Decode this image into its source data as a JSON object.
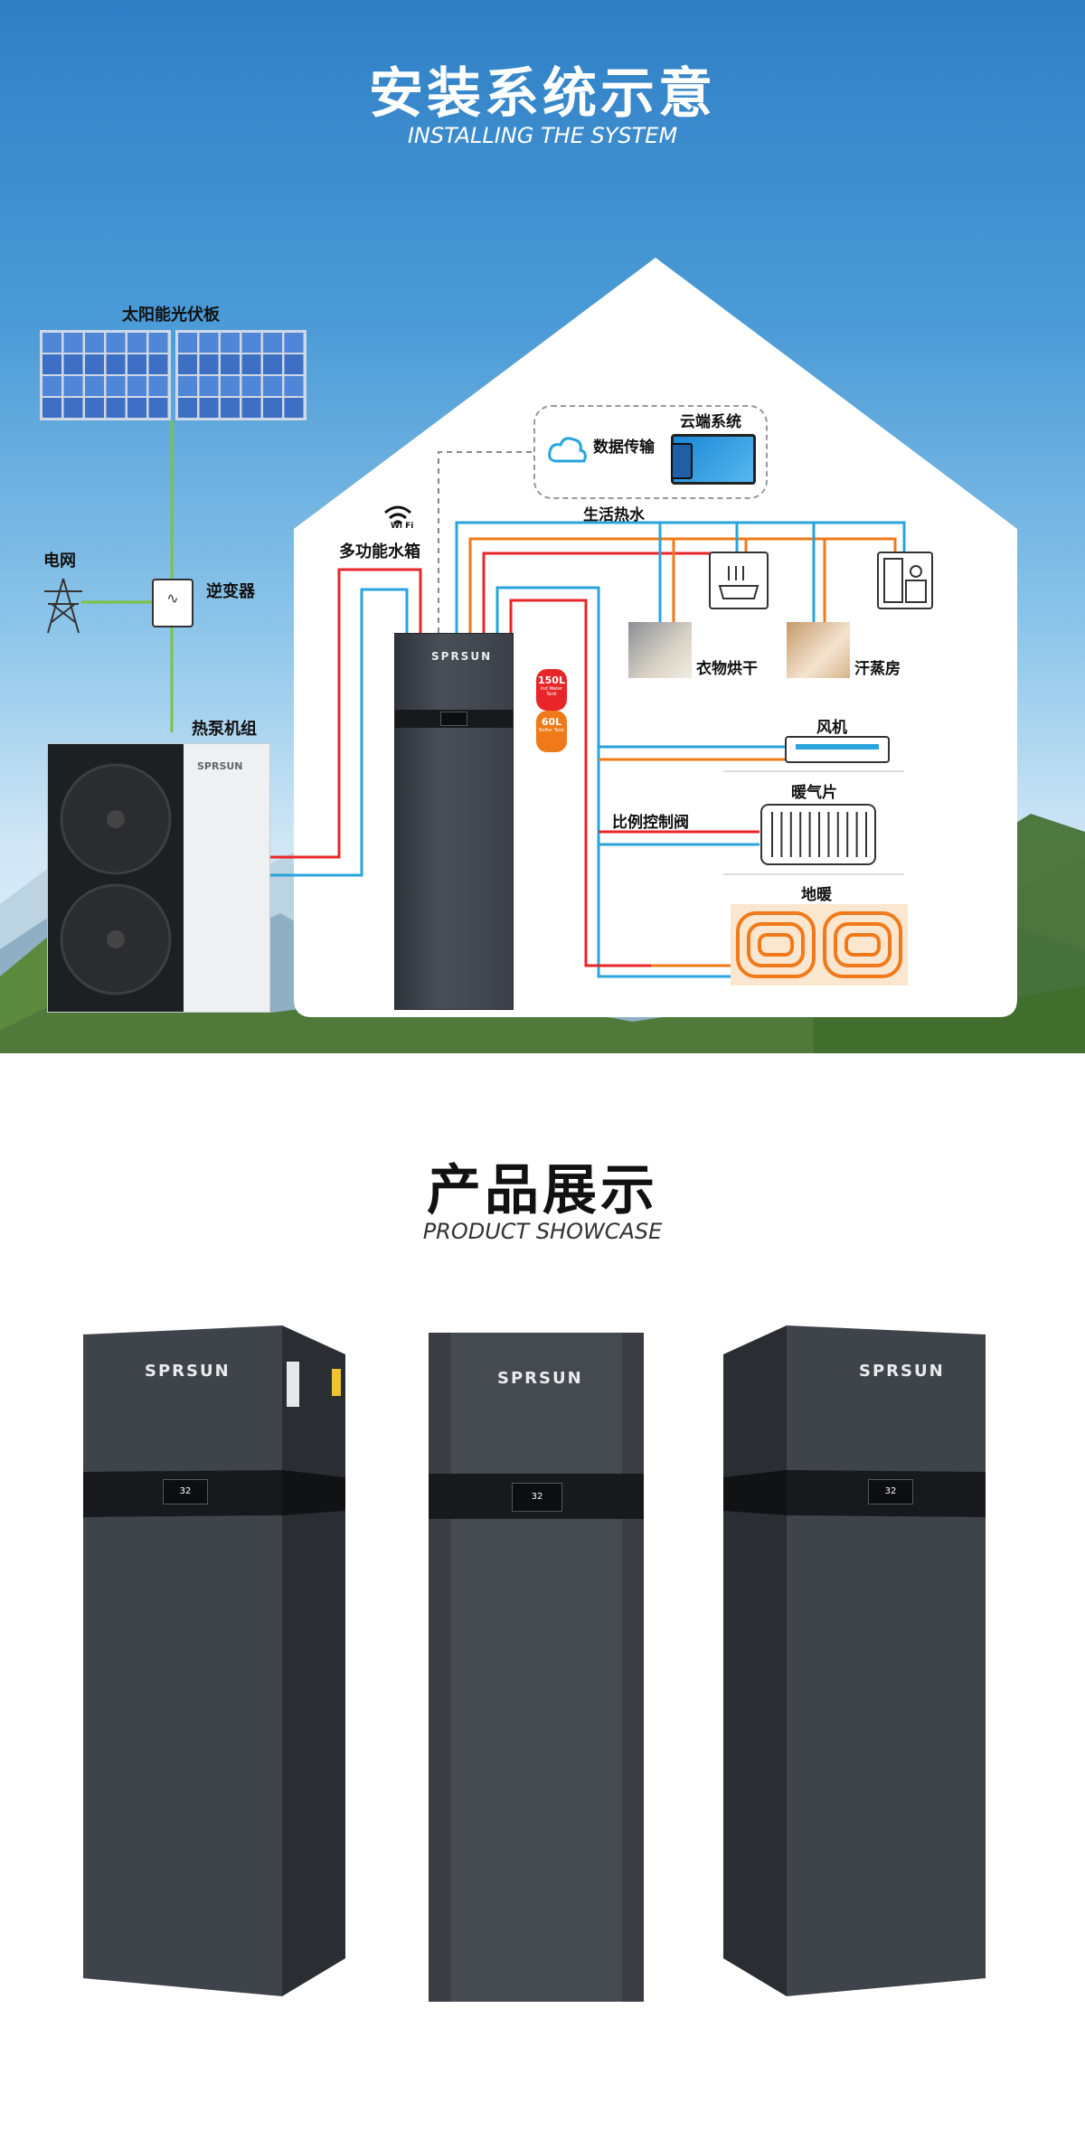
{
  "system": {
    "title_zh": "安装系统示意",
    "title_en": "INSTALLING THE SYSTEM",
    "labels": {
      "solar": "太阳能光伏板",
      "grid": "电网",
      "inverter": "逆变器",
      "heat_pump": "热泵机组",
      "wifi": "Wi Fi",
      "tank": "多功能水箱",
      "data": "数据传输",
      "cloud": "云端系统",
      "hot_water": "生活热水",
      "dryer": "衣物烘干",
      "sauna": "汗蒸房",
      "fan": "风机",
      "radiator": "暖气片",
      "valve": "比例控制阀",
      "floor": "地暖"
    },
    "badges": [
      {
        "value": "150L",
        "sub": "Ind Water Tank"
      },
      {
        "value": "60L",
        "sub": "Buffer Tank"
      }
    ],
    "brand": "SPRSUN",
    "colors": {
      "hot": "#e8262a",
      "cold": "#29a4dc",
      "orange": "#f07a1a",
      "green": "#7dc242"
    }
  },
  "showcase": {
    "title_zh": "产品展示",
    "title_en": "PRODUCT SHOWCASE",
    "brand": "SPRSUN",
    "screen_value": "32"
  }
}
